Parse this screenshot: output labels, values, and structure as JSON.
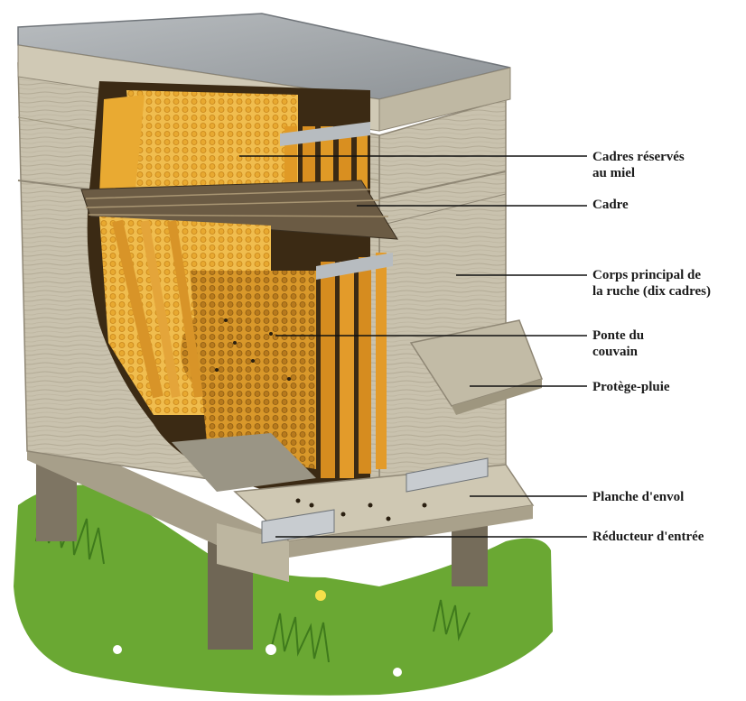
{
  "labels": {
    "cadres_miel": {
      "line1": "Cadres réservés",
      "line2": "au miel"
    },
    "cadre": "Cadre",
    "corps_principal": {
      "line1": "Corps principal de",
      "line2": "la ruche (dix cadres)"
    },
    "ponte": {
      "line1": "Ponte du",
      "line2": "couvain"
    },
    "protege_pluie": "Protège-pluie",
    "planche_envol": "Planche d'envol",
    "reducteur": "Réducteur d'entrée"
  },
  "colors": {
    "wood": "#c9c2ae",
    "wood_dark": "#8f8775",
    "roof": "#9a9fa3",
    "honey": "#e6a52a",
    "comb": "#f2c35a",
    "grass": "#5f9e2e",
    "leader_line": "#111111"
  }
}
